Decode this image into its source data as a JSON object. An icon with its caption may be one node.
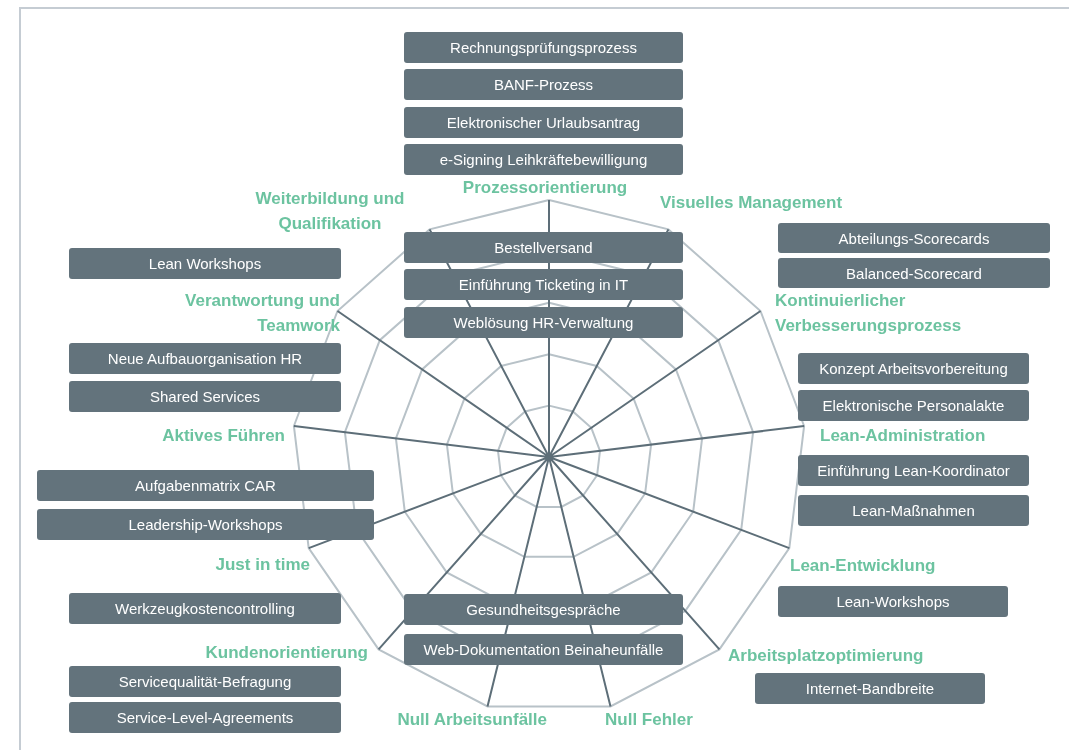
{
  "diagram": {
    "nodes": [
      {
        "text": [
          "Rechnungsprüfungsprozess"
        ]
      },
      {
        "text": [
          "BANF-Prozess"
        ]
      },
      {
        "text": [
          "Elektronischer Urlaubsantrag"
        ]
      },
      {
        "text": [
          "e-Signing Leihkräftebewilligung"
        ]
      },
      {
        "text": [
          "Bestellversand"
        ]
      },
      {
        "text": [
          "Einführung Ticketing in IT"
        ]
      },
      {
        "text": [
          "Weblösung HR-Verwaltung"
        ]
      },
      {
        "text": [
          "Abteilungs-Scorecards"
        ]
      },
      {
        "text": [
          "Balanced-Scorecard"
        ]
      },
      {
        "text": [
          "Konzept Arbeitsvorbereitung"
        ]
      },
      {
        "text": [
          "Elektronische Personalakte"
        ]
      },
      {
        "text": [
          "Einführung Lean-Koordinator"
        ]
      },
      {
        "text": [
          "Lean-Maßnahmen"
        ]
      },
      {
        "text": [
          "Lean-Workshops"
        ]
      },
      {
        "text": [
          "Internet-Bandbreite"
        ]
      },
      {
        "text": [
          "Gesundheitsgespräche"
        ]
      },
      {
        "text": [
          "Web-Dokumentation Beinaheunfälle"
        ]
      },
      {
        "text": [
          "Lean Workshops"
        ]
      },
      {
        "text": [
          "Neue Aufbauorganisation HR"
        ]
      },
      {
        "text": [
          "Shared Services"
        ]
      },
      {
        "text": [
          "Aufgabenmatrix CAR"
        ]
      },
      {
        "text": [
          "Leadership-Workshops"
        ]
      },
      {
        "text": [
          "Werkzeugkostencontrolling"
        ]
      },
      {
        "text": [
          "Servicequalität-Befragung"
        ]
      },
      {
        "text": [
          "Service-Level-Agreements"
        ]
      }
    ],
    "edges": [],
    "labels": [
      "Prozessorientierung",
      "Weiterbildung und Qualifikation",
      "Visuelles Management",
      "Verantwortung und Teamwork",
      "Kontinuierlicher Verbesserungsprozess",
      "Aktives Führen",
      "Lean-Administration",
      "Just in time",
      "Lean-Entwicklung",
      "Kundenorientierung",
      "Arbeitsplatzoptimierung",
      "Null Arbeitsunfälle",
      "Null Fehler"
    ]
  }
}
